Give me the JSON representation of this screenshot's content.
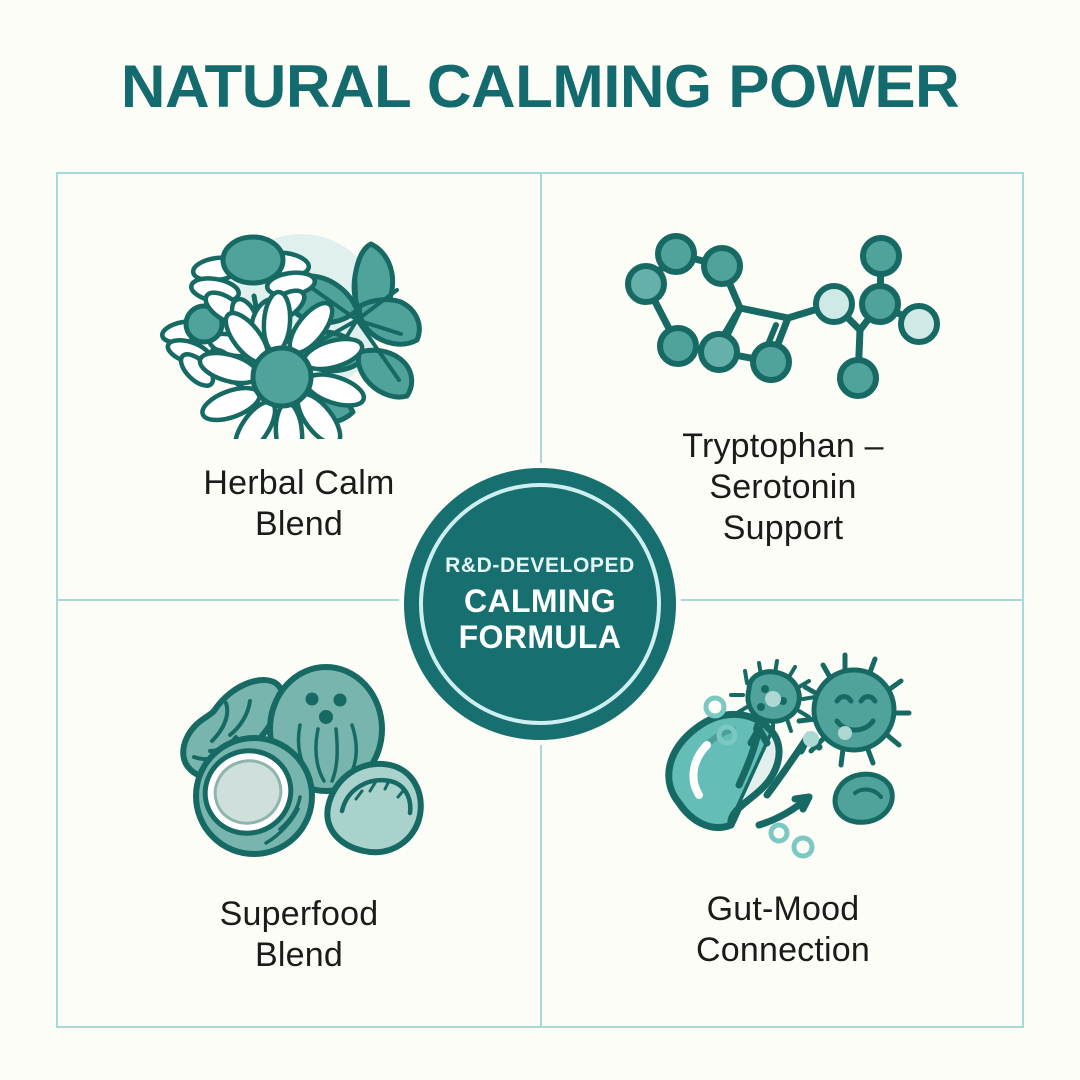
{
  "title": "NATURAL CALMING POWER",
  "colors": {
    "background": "#fdfdf7",
    "title_teal": "#136b6d",
    "frame_line": "#a8d8da",
    "badge_fill": "#17706f",
    "badge_ring": "#cdeff0",
    "icon_outline": "#176a63",
    "icon_fill_mid": "#4fa39a",
    "icon_fill_light": "#b9e3e0",
    "icon_fill_pale": "#dff0ef",
    "label_text": "#1b1b1b"
  },
  "badge": {
    "eyebrow": "R&D-DEVELOPED",
    "line1": "CALMING",
    "line2": "FORMULA"
  },
  "quadrants": [
    {
      "id": "top-left",
      "icon_name": "chamomile-flowers-icon",
      "label": "Herbal Calm\nBlend"
    },
    {
      "id": "top-right",
      "icon_name": "molecule-icon",
      "label": "Tryptophan –\nSerotonin\nSupport"
    },
    {
      "id": "bottom-left",
      "icon_name": "superfood-icon",
      "label": "Superfood\nBlend"
    },
    {
      "id": "bottom-right",
      "icon_name": "capsule-probiotics-icon",
      "label": "Gut-Mood\nConnection"
    }
  ]
}
